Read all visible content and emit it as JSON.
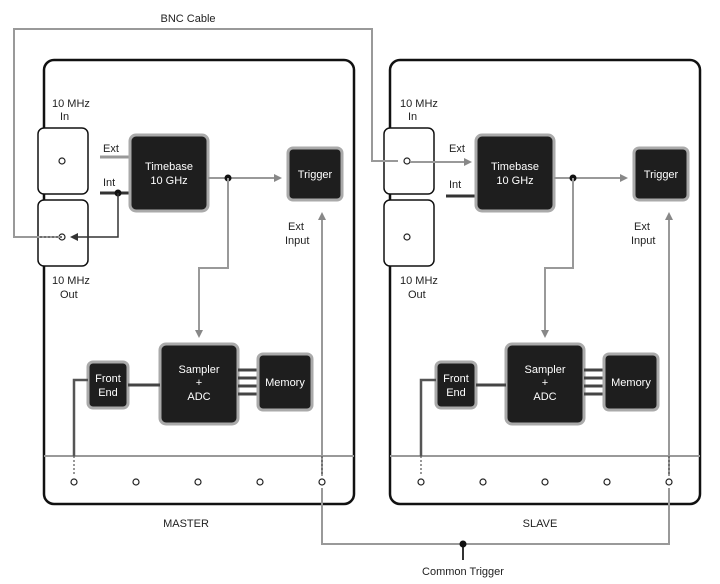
{
  "labels": {
    "bnc_cable": "BNC Cable",
    "common_trigger": "Common Trigger"
  },
  "master": {
    "name": "MASTER",
    "in_line1": "10 MHz",
    "in_line2": "In",
    "out_line1": "10 MHz",
    "out_line2": "Out",
    "ext": "Ext",
    "int": "Int",
    "timebase_line1": "Timebase",
    "timebase_line2": "10 GHz",
    "trigger": "Trigger",
    "ext_input_line1": "Ext",
    "ext_input_line2": "Input",
    "sampler_line1": "Sampler",
    "sampler_line2": "+",
    "sampler_line3": "ADC",
    "memory": "Memory",
    "frontend_line1": "Front",
    "frontend_line2": "End"
  },
  "slave": {
    "name": "SLAVE",
    "in_line1": "10 MHz",
    "in_line2": "In",
    "out_line1": "10 MHz",
    "out_line2": "Out",
    "ext": "Ext",
    "int": "Int",
    "timebase_line1": "Timebase",
    "timebase_line2": "10 GHz",
    "trigger": "Trigger",
    "ext_input_line1": "Ext",
    "ext_input_line2": "Input",
    "sampler_line1": "Sampler",
    "sampler_line2": "+",
    "sampler_line3": "ADC",
    "memory": "Memory",
    "frontend_line1": "Front",
    "frontend_line2": "End"
  }
}
